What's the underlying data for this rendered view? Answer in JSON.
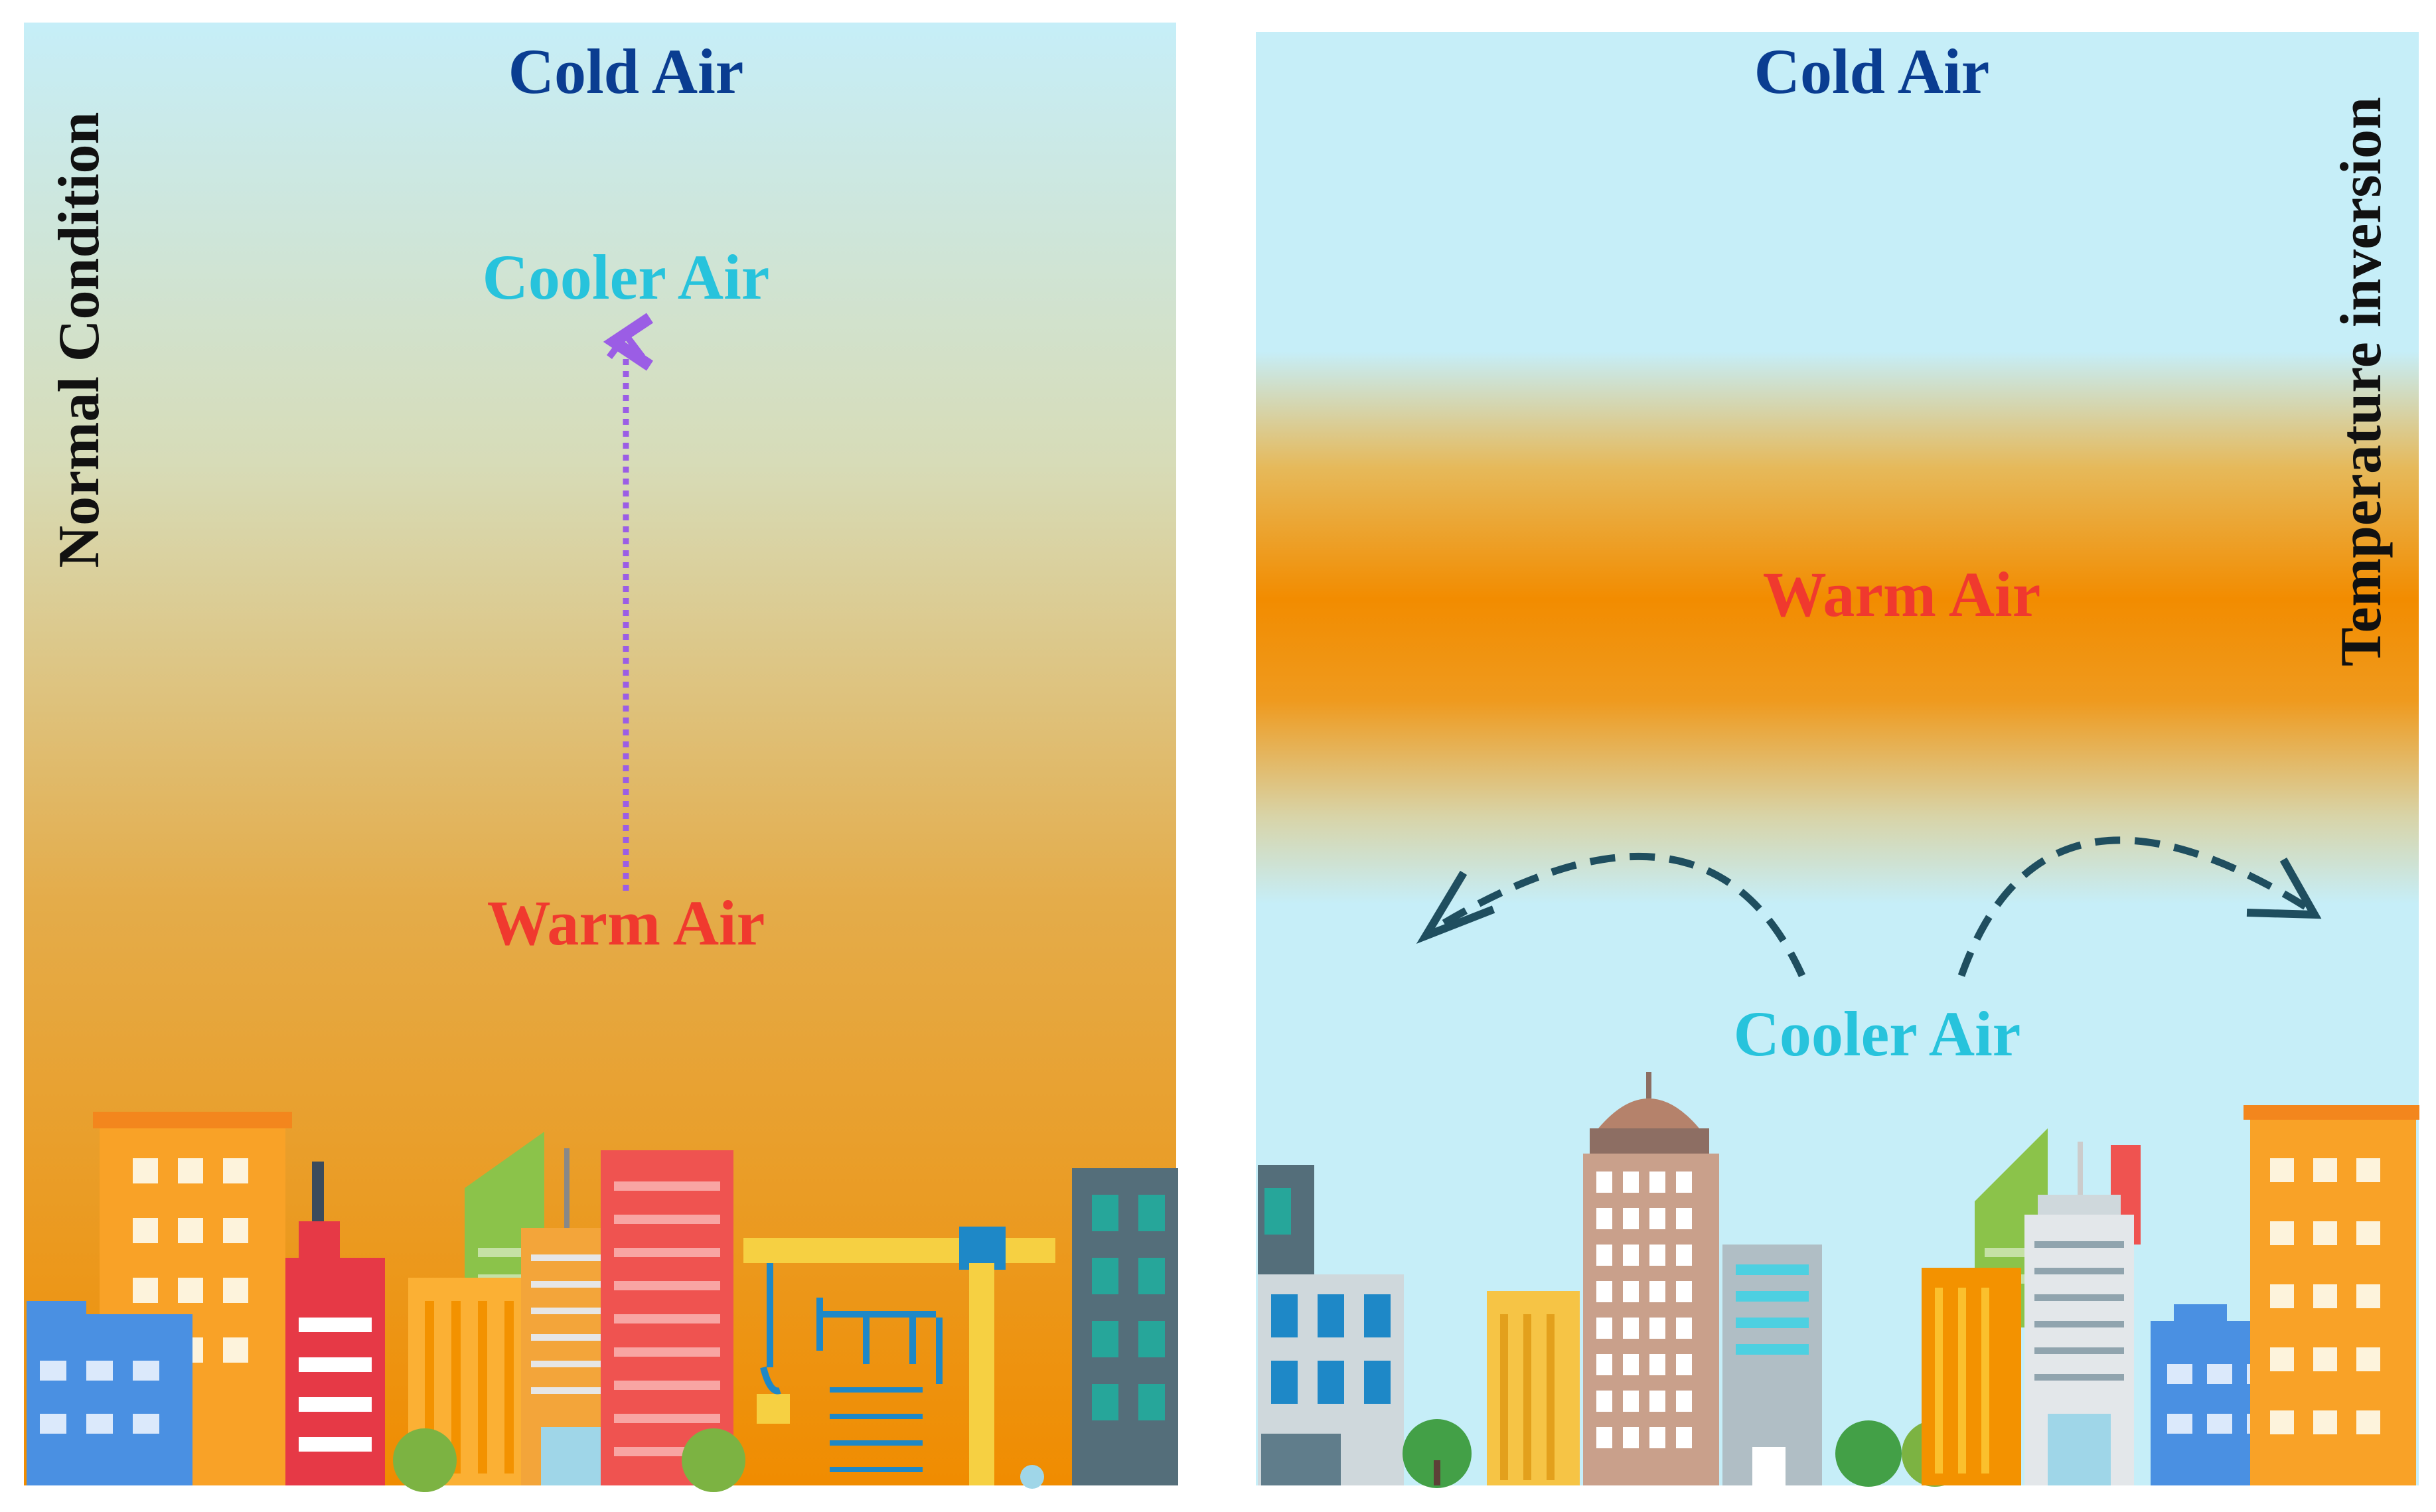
{
  "left_panel": {
    "side_label": "Normal Condition",
    "top_label": "Cold Air",
    "mid_label": "Cooler Air",
    "low_label": "Warm Air"
  },
  "right_panel": {
    "side_label": "Temperature inversion",
    "top_label": "Cold Air",
    "mid_label": "Warm Air",
    "low_label": "Cooler Air"
  },
  "colors": {
    "cold_air_text": "#0a3d91",
    "cooler_air_text": "#27c3dc",
    "warm_air_text": "#f0392e",
    "side_label_text": "#111111",
    "sky_cool": "#c6eef8",
    "warm_orange": "#f08c00",
    "rising_arrow": "#9b5de5",
    "dashed_arrow": "#1f4e5f"
  }
}
